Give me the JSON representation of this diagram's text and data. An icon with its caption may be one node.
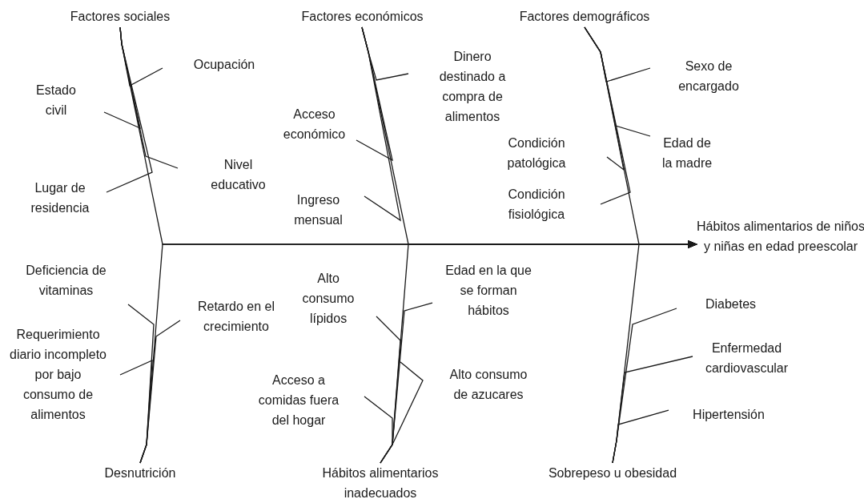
{
  "diagram": {
    "nodes": [
      {
        "text": [
          "Factores sociales"
        ]
      },
      {
        "text": [
          "Ocupación"
        ]
      },
      {
        "text": [
          "Estado civil"
        ]
      },
      {
        "text": [
          "Nivel educativo"
        ]
      },
      {
        "text": [
          "Lugar de residencia"
        ]
      },
      {
        "text": [
          "Factores económicos"
        ]
      },
      {
        "text": [
          "Dinero destinado a compra de alimentos"
        ]
      },
      {
        "text": [
          "Acceso económico"
        ]
      },
      {
        "text": [
          "Ingreso mensual"
        ]
      },
      {
        "text": [
          "Factores demográficos"
        ]
      },
      {
        "text": [
          "Sexo de encargado"
        ]
      },
      {
        "text": [
          "Condición patológica"
        ]
      },
      {
        "text": [
          "Edad de la madre"
        ]
      },
      {
        "text": [
          "Condición fisiológica"
        ]
      },
      {
        "text": [
          "Hábitos alimentarios de niños y niñas en edad preescolar"
        ]
      },
      {
        "text": [
          "Deficiencia de vitaminas"
        ]
      },
      {
        "text": [
          "Retardo en el crecimiento"
        ]
      },
      {
        "text": [
          "Requerimiento diario incompleto por bajo consumo de alimentos"
        ]
      },
      {
        "text": [
          "Alto consumo lípidos"
        ]
      },
      {
        "text": [
          "Edad en la que se forman hábitos"
        ]
      },
      {
        "text": [
          "Acceso a comidas fuera del hogar"
        ]
      },
      {
        "text": [
          "Alto consumo de azucares"
        ]
      },
      {
        "text": [
          "Diabetes"
        ]
      },
      {
        "text": [
          "Enfermedad cardiovascular"
        ]
      },
      {
        "text": [
          "Hipertensión"
        ]
      },
      {
        "text": [
          "Desnutrición"
        ]
      },
      {
        "text": [
          "Hábitos alimentarios inadecuados"
        ]
      },
      {
        "text": [
          "Sobrepeso u obesidad"
        ]
      }
    ],
    "edges": [
      {
        "from": 1,
        "to": 0,
        "arrow": "none"
      },
      {
        "from": 2,
        "to": 0,
        "arrow": "none"
      },
      {
        "from": 3,
        "to": 0,
        "arrow": "none"
      },
      {
        "from": 4,
        "to": 0,
        "arrow": "none"
      },
      {
        "from": 6,
        "to": 5,
        "arrow": "none"
      },
      {
        "from": 7,
        "to": 5,
        "arrow": "none"
      },
      {
        "from": 8,
        "to": 5,
        "arrow": "none"
      },
      {
        "from": 10,
        "to": 9,
        "arrow": "none"
      },
      {
        "from": 11,
        "to": 9,
        "arrow": "none"
      },
      {
        "from": 12,
        "to": 9,
        "arrow": "none"
      },
      {
        "from": 13,
        "to": 9,
        "arrow": "none"
      },
      {
        "from": 15,
        "to": 25,
        "arrow": "none"
      },
      {
        "from": 16,
        "to": 25,
        "arrow": "none"
      },
      {
        "from": 17,
        "to": 25,
        "arrow": "none"
      },
      {
        "from": 18,
        "to": 26,
        "arrow": "none"
      },
      {
        "from": 19,
        "to": 26,
        "arrow": "none"
      },
      {
        "from": 20,
        "to": 26,
        "arrow": "none"
      },
      {
        "from": 21,
        "to": 26,
        "arrow": "none"
      },
      {
        "from": 22,
        "to": 27,
        "arrow": "none"
      },
      {
        "from": 23,
        "to": 27,
        "arrow": "none"
      },
      {
        "from": 24,
        "to": 27,
        "arrow": "none"
      },
      {
        "from": 0,
        "to": 14,
        "arrow": "to"
      },
      {
        "from": 5,
        "to": 14,
        "arrow": "to"
      },
      {
        "from": 9,
        "to": 14,
        "arrow": "to"
      },
      {
        "from": 25,
        "to": 14,
        "arrow": "to"
      },
      {
        "from": 26,
        "to": 14,
        "arrow": "to"
      },
      {
        "from": 27,
        "to": 14,
        "arrow": "to"
      }
    ]
  }
}
